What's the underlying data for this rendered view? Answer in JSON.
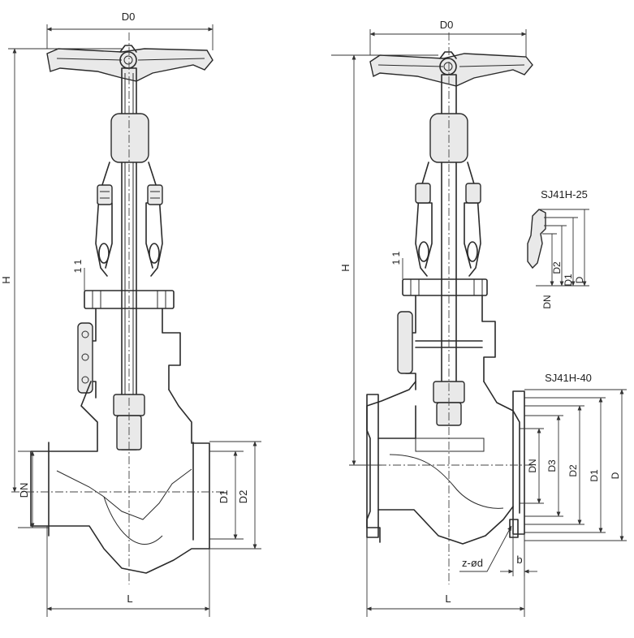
{
  "left_view": {
    "labels": {
      "d0": "D0",
      "h": "H",
      "dn": "DN",
      "d1": "D1",
      "d2": "D2",
      "l": "L",
      "t": "1 1"
    }
  },
  "right_view": {
    "labels": {
      "d0": "D0",
      "h": "H",
      "t": "1 1",
      "l": "L",
      "b": "b",
      "zd": "z-ød"
    },
    "detail_sj41h_25": {
      "title": "SJ41H-25",
      "dn": "DN",
      "d2": "D2",
      "d1": "D1",
      "d": "D"
    },
    "detail_sj41h_40": {
      "title": "SJ41H-40",
      "dn": "DN",
      "d3": "D3",
      "d2": "D2",
      "d1": "D1",
      "d": "D"
    }
  }
}
